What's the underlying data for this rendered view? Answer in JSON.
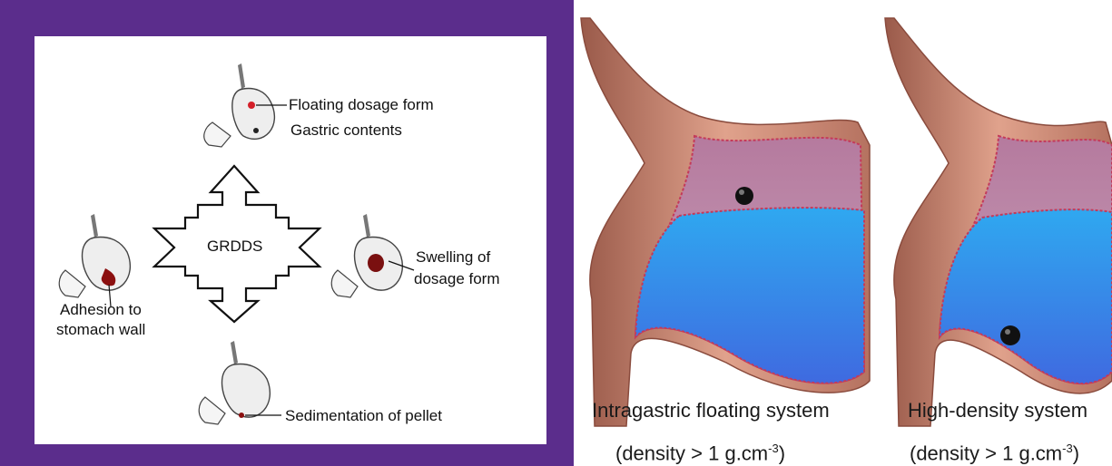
{
  "left_panel": {
    "center_label": "GRDDS",
    "labels": {
      "floating": "Floating dosage form",
      "gastric": "Gastric contents",
      "swelling_1": "Swelling of",
      "swelling_2": "dosage form",
      "adhesion_1": "Adhesion to",
      "adhesion_2": "stomach wall",
      "sedimentation": "Sedimentation of pellet"
    },
    "colors": {
      "frame": "#5b2d8c",
      "accent_dot": "#d4202a",
      "adhesion": "#8b0f0f"
    }
  },
  "right_panels": [
    {
      "caption_1": "Intragastric floating system",
      "caption_2_prefix": "(density > 1 g.cm",
      "caption_2_sup": "-3",
      "caption_2_suffix": ")"
    },
    {
      "caption_1": "High-density system",
      "caption_2_prefix": "(density > 1 g.cm",
      "caption_2_sup": "-3",
      "caption_2_suffix": ")"
    }
  ],
  "colors": {
    "stomach_wall": "#c98872",
    "fluid": "#3f78e0",
    "gas": "#c896b8",
    "ball": "#111111"
  }
}
